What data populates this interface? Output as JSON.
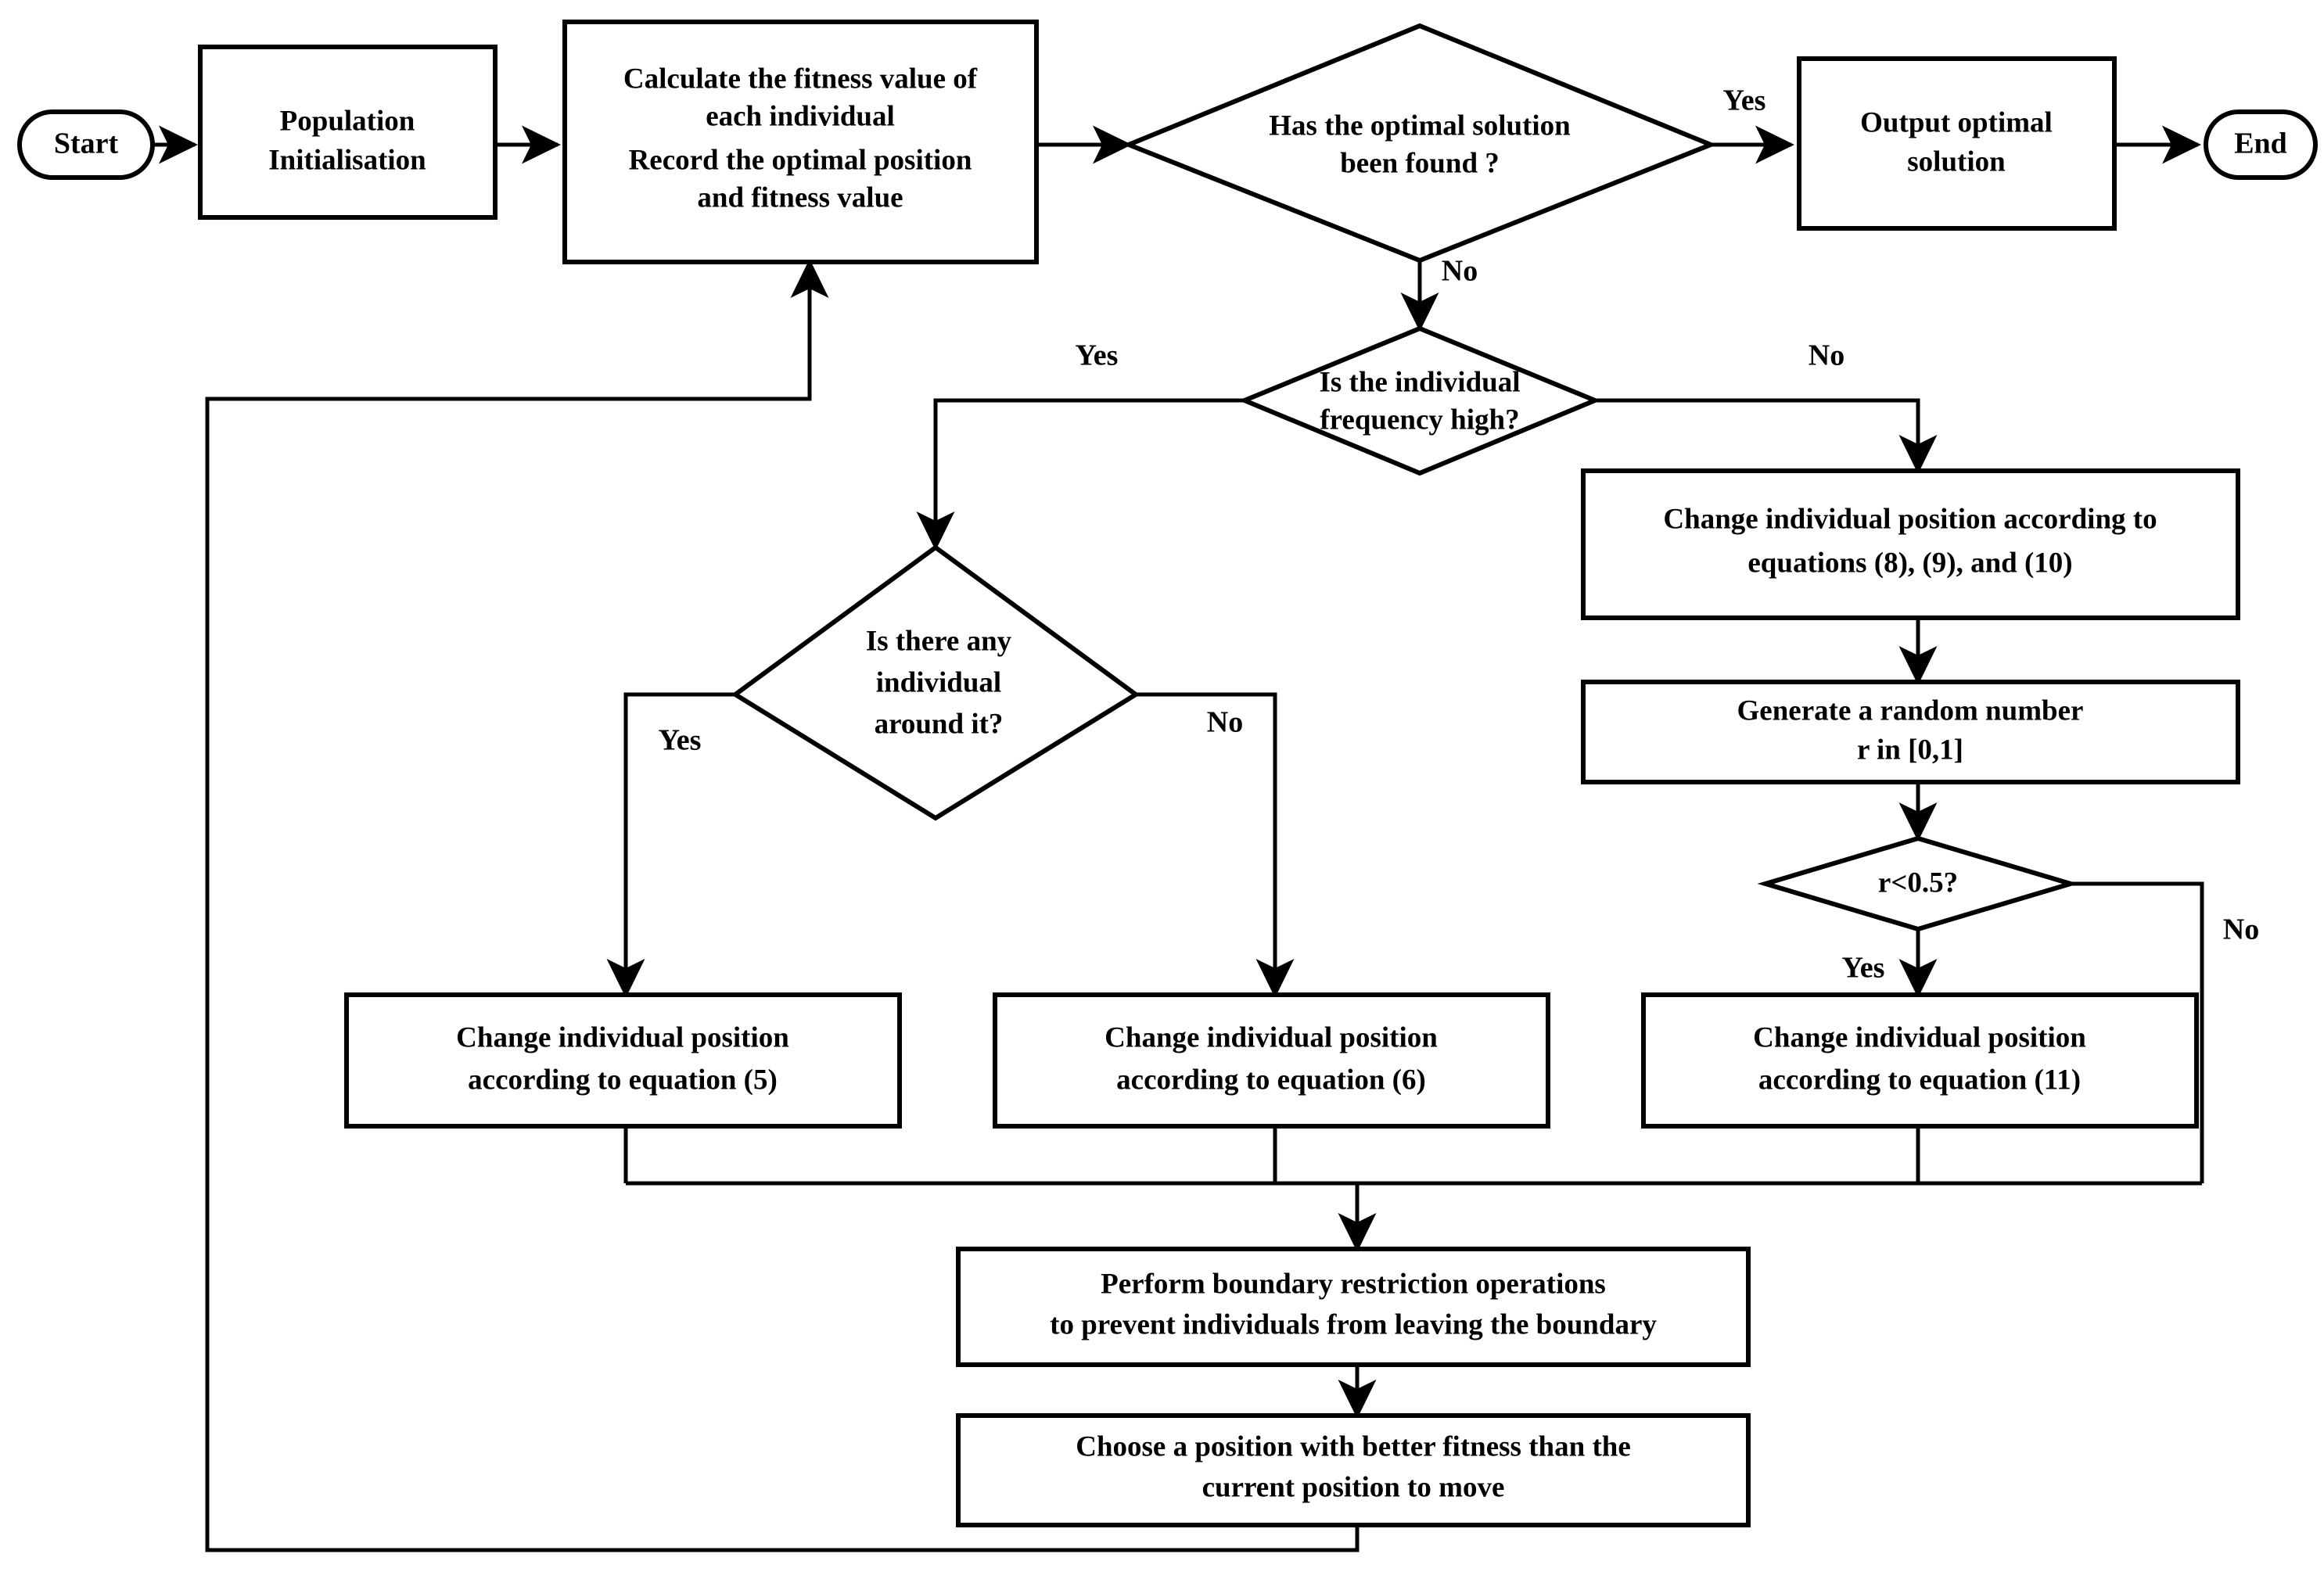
{
  "diagram": {
    "type": "flowchart",
    "title": "Optimisation algorithm flowchart",
    "background_color": "#ffffff",
    "line_color": "#000000",
    "text_color": "#000000"
  },
  "nodes": {
    "start": {
      "label": "Start",
      "shape": "terminator"
    },
    "population_init": {
      "line1": "Population",
      "line2": "Initialisation",
      "shape": "process"
    },
    "calc_fitness": {
      "line1": "Calculate the fitness value of",
      "line2": "each individual",
      "line3": "Record the optimal position",
      "line4": "and fitness value",
      "shape": "process"
    },
    "optimal_found": {
      "line1": "Has the optimal solution",
      "line2": "been found ?",
      "shape": "decision"
    },
    "output_optimal": {
      "line1": "Output optimal",
      "line2": "solution",
      "shape": "process"
    },
    "end": {
      "label": "End",
      "shape": "terminator"
    },
    "freq_high": {
      "line1": "Is the individual",
      "line2": "frequency high?",
      "shape": "decision"
    },
    "any_individual": {
      "line1": "Is there any",
      "line2": "individual",
      "line3": "around it?",
      "shape": "decision"
    },
    "eq_8_9_10": {
      "line1": "Change individual position according to",
      "line2": "equations (8), (9), and (10)",
      "shape": "process"
    },
    "random_number": {
      "line1": "Generate a random number",
      "line2": "r in [0,1]",
      "shape": "process"
    },
    "r_check": {
      "line1": "r<0.5?",
      "shape": "decision"
    },
    "eq_5": {
      "line1": "Change individual position",
      "line2": "according to equation (5)",
      "shape": "process"
    },
    "eq_6": {
      "line1": "Change individual position",
      "line2": "according to equation (6)",
      "shape": "process"
    },
    "eq_11": {
      "line1": "Change individual position",
      "line2": "according to equation (11)",
      "shape": "process"
    },
    "boundary": {
      "line1": "Perform boundary restriction operations",
      "line2": "to prevent individuals from leaving the boundary",
      "shape": "process"
    },
    "choose_position": {
      "line1": "Choose a position with better fitness than the",
      "line2": "current position to move",
      "shape": "process"
    }
  },
  "edge_labels": {
    "optimal_found_yes": "Yes",
    "optimal_found_no": "No",
    "freq_high_yes": "Yes",
    "freq_high_no": "No",
    "any_individual_yes": "Yes",
    "any_individual_no": "No",
    "r_check_yes": "Yes",
    "r_check_no": "No"
  }
}
